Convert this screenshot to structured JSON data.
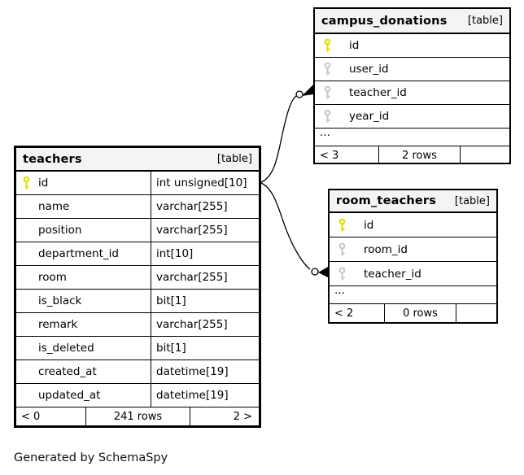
{
  "note": "Generated by SchemaSpy",
  "colors": {
    "pk_key": "#e0e000",
    "fk_key": "#c9c9c9",
    "header_bg": "#f4f4f4",
    "border": "#000000"
  },
  "tables": [
    {
      "name": "teachers",
      "tag": "[table]",
      "columns": [
        {
          "name": "id",
          "type": "int unsigned[10]",
          "key": "pk"
        },
        {
          "name": "name",
          "type": "varchar[255]",
          "key": ""
        },
        {
          "name": "position",
          "type": "varchar[255]",
          "key": ""
        },
        {
          "name": "department_id",
          "type": "int[10]",
          "key": ""
        },
        {
          "name": "room",
          "type": "varchar[255]",
          "key": ""
        },
        {
          "name": "is_black",
          "type": "bit[1]",
          "key": ""
        },
        {
          "name": "remark",
          "type": "varchar[255]",
          "key": ""
        },
        {
          "name": "is_deleted",
          "type": "bit[1]",
          "key": ""
        },
        {
          "name": "created_at",
          "type": "datetime[19]",
          "key": ""
        },
        {
          "name": "updated_at",
          "type": "datetime[19]",
          "key": ""
        }
      ],
      "ellipsis": "",
      "footer": {
        "left": "< 0",
        "center": "241 rows",
        "right": "2 >"
      }
    },
    {
      "name": "campus_donations",
      "tag": "[table]",
      "columns": [
        {
          "name": "id",
          "key": "pk"
        },
        {
          "name": "user_id",
          "key": "fk"
        },
        {
          "name": "teacher_id",
          "key": "fk"
        },
        {
          "name": "year_id",
          "key": "fk"
        }
      ],
      "ellipsis": "...",
      "footer": {
        "left": "< 3",
        "center": "2 rows",
        "right": ""
      }
    },
    {
      "name": "room_teachers",
      "tag": "[table]",
      "columns": [
        {
          "name": "id",
          "key": "pk"
        },
        {
          "name": "room_id",
          "key": "fk"
        },
        {
          "name": "teacher_id",
          "key": "fk"
        }
      ],
      "ellipsis": "...",
      "footer": {
        "left": "< 2",
        "center": "0 rows",
        "right": ""
      }
    }
  ],
  "relations": [
    {
      "from": "teachers.id",
      "to": "campus_donations.teacher_id"
    },
    {
      "from": "teachers.id",
      "to": "room_teachers.teacher_id"
    }
  ]
}
